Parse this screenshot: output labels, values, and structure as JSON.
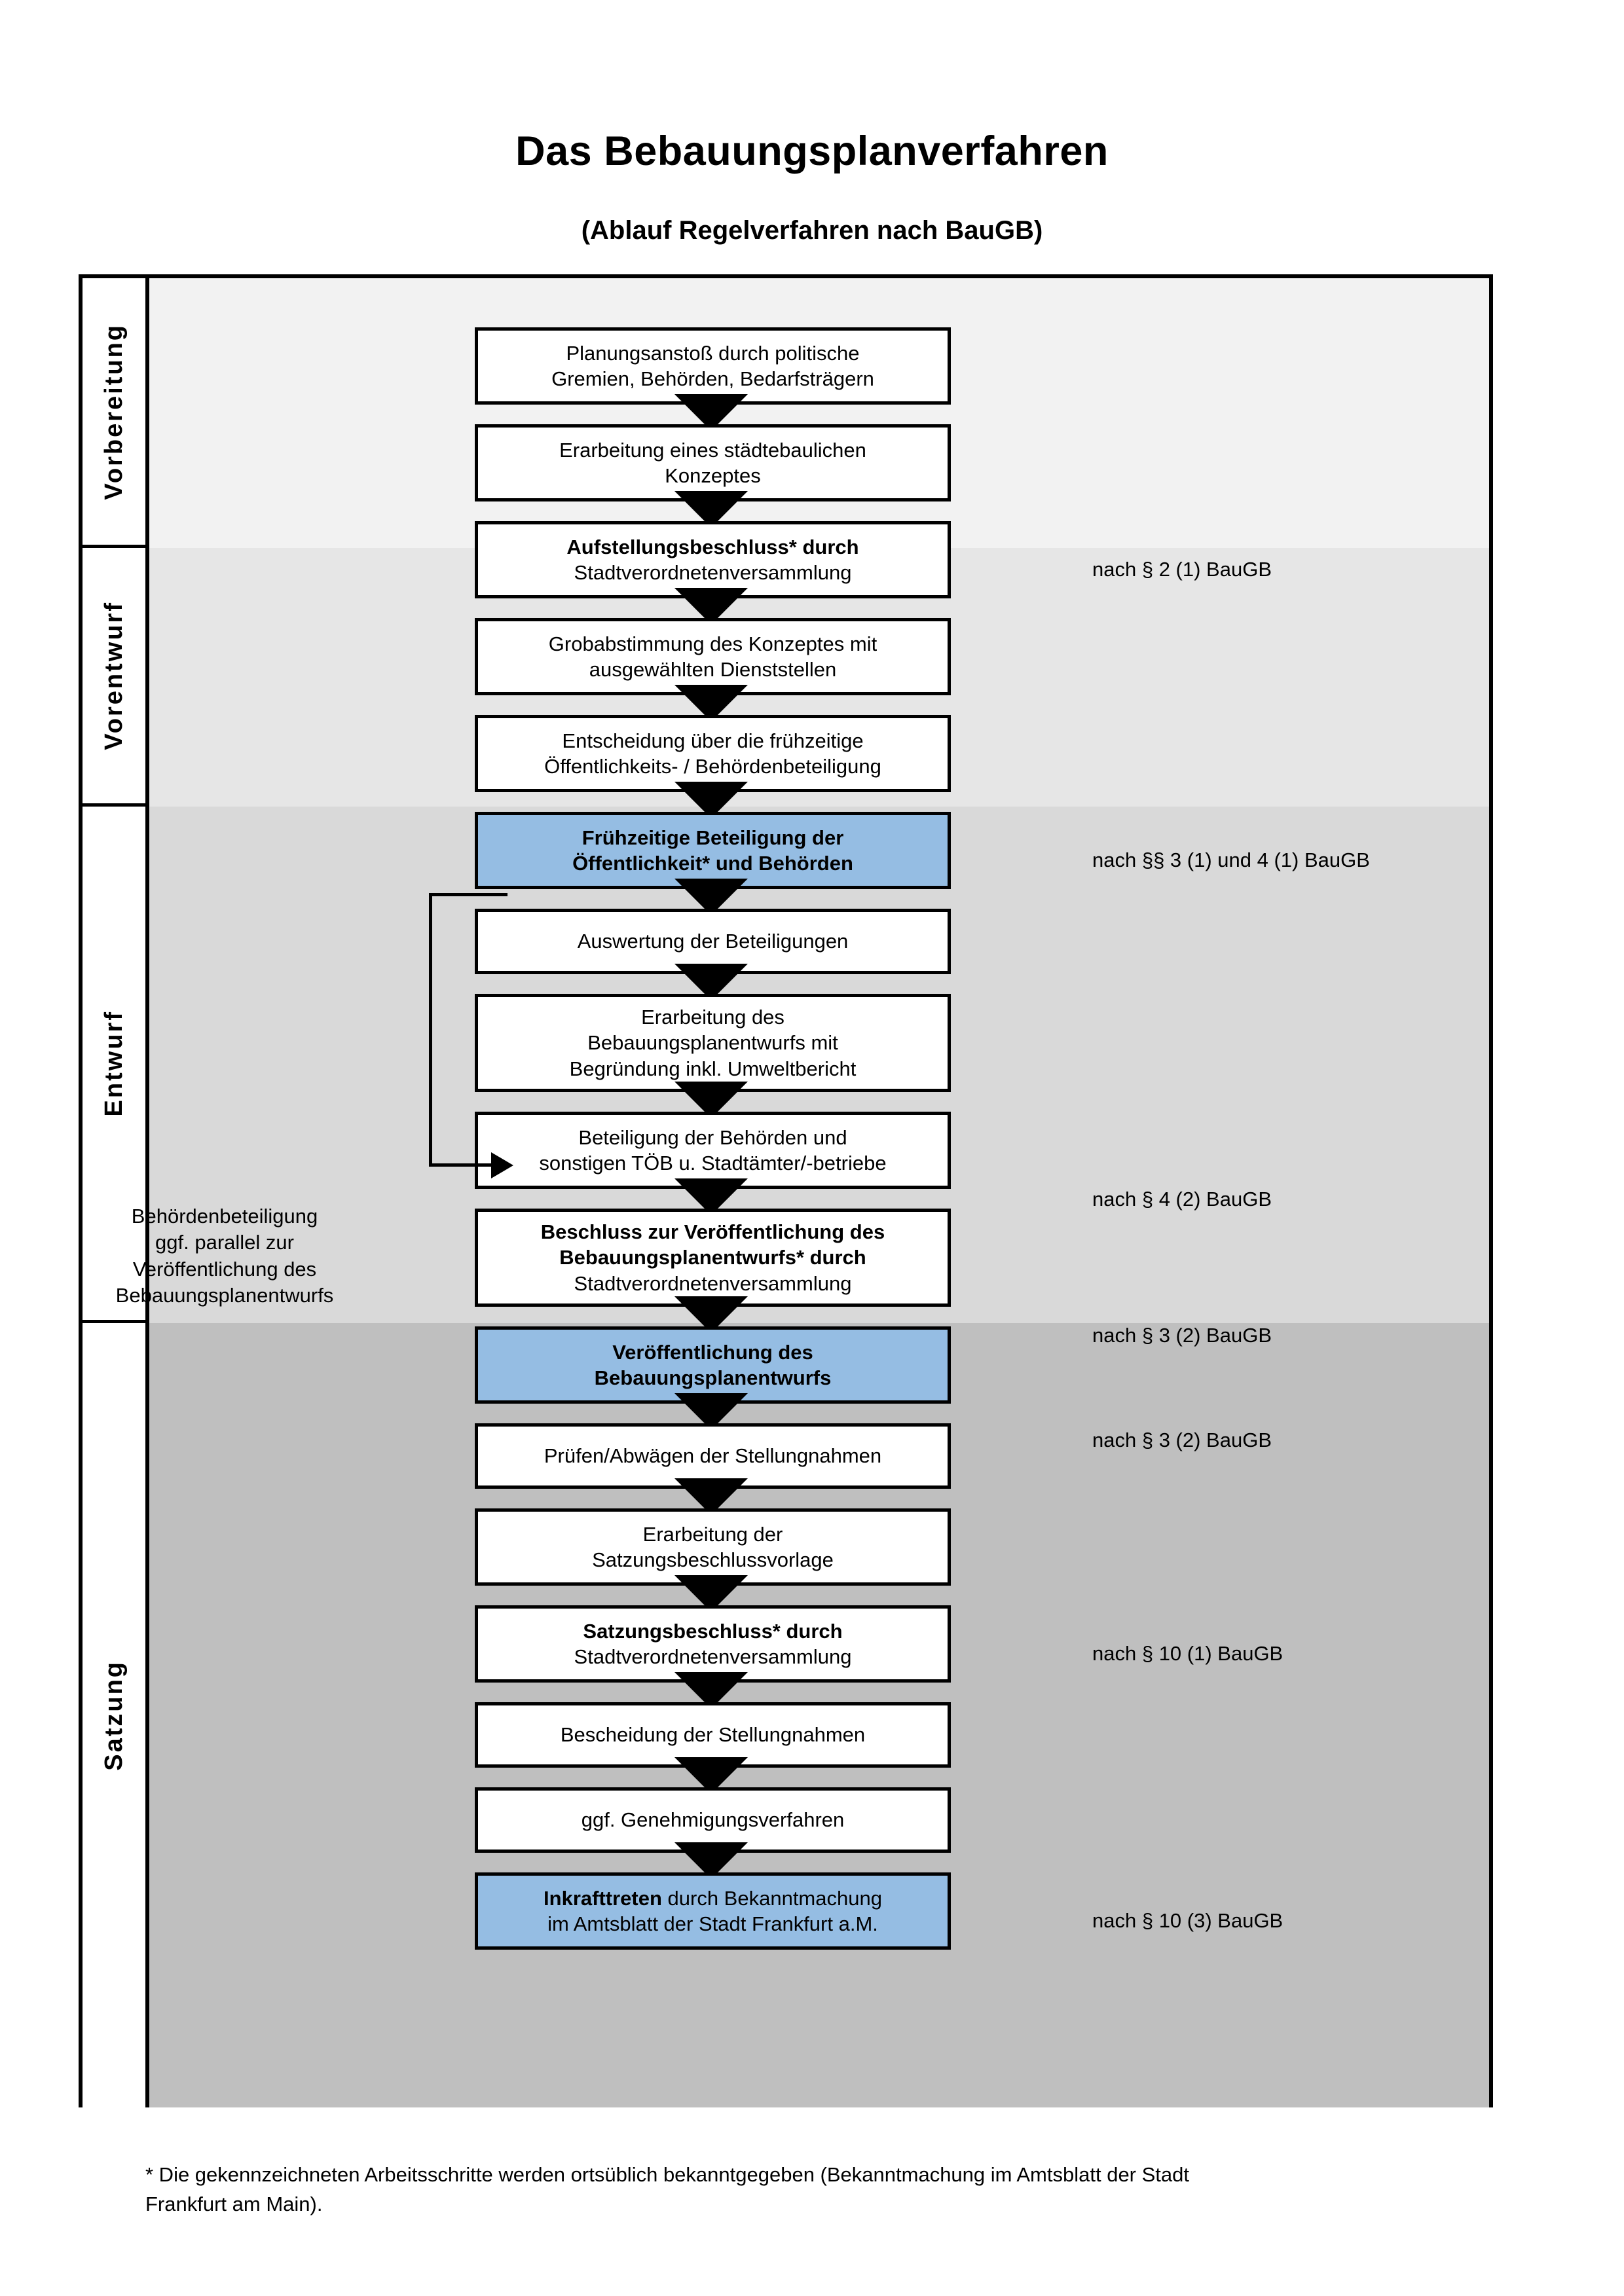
{
  "title": "Das Bebauungsplanverfahren",
  "subtitle": "(Ablauf Regelverfahren nach BauGB)",
  "colors": {
    "band_vorbereitung": "#F2F2F2",
    "band_vorentwurf": "#E6E6E6",
    "band_entwurf": "#D9D9D9",
    "band_satzung": "#BFBFBF",
    "highlight_blue": "#95BDE3",
    "stroke": "#000000"
  },
  "phases": [
    {
      "id": "vorbereitung",
      "label": "Vorbereitung"
    },
    {
      "id": "vorentwurf",
      "label": "Vorentwurf"
    },
    {
      "id": "entwurf",
      "label": "Entwurf"
    },
    {
      "id": "satzung",
      "label": "Satzung"
    }
  ],
  "steps": [
    {
      "id": "planungsanstoss",
      "phase": "vorbereitung",
      "highlight": false,
      "lines": [
        "Planungsanstoß durch politische",
        "Gremien, Behörden, Bedarfsträgern"
      ]
    },
    {
      "id": "staedtebauliches-konzept",
      "phase": "vorbereitung",
      "highlight": false,
      "lines": [
        "Erarbeitung eines städtebaulichen",
        "Konzeptes"
      ]
    },
    {
      "id": "aufstellungsbeschluss",
      "phase": "vorbereitung",
      "highlight": false,
      "lines": [
        "Aufstellungsbeschluss* durch",
        "Stadtverordnetenversammlung"
      ],
      "bold_lines": [
        0
      ]
    },
    {
      "id": "grobabstimmung",
      "phase": "vorentwurf",
      "highlight": false,
      "lines": [
        "Grobabstimmung des Konzeptes mit",
        "ausgewählten Dienststellen"
      ]
    },
    {
      "id": "entscheidung-fruehzeitige-beteiligung",
      "phase": "vorentwurf",
      "highlight": false,
      "lines": [
        "Entscheidung über die frühzeitige",
        "Öffentlichkeits- / Behördenbeteiligung"
      ]
    },
    {
      "id": "fruehzeitige-beteiligung",
      "phase": "vorentwurf",
      "highlight": true,
      "lines": [
        "Frühzeitige Beteiligung der",
        "Öffentlichkeit* und Behörden"
      ],
      "bold_lines": [
        0,
        1
      ]
    },
    {
      "id": "auswertung-beteiligungen",
      "phase": "entwurf",
      "highlight": false,
      "lines": [
        "Auswertung der Beteiligungen"
      ]
    },
    {
      "id": "erarbeitung-bebauungsplanentwurf",
      "phase": "entwurf",
      "highlight": false,
      "lines": [
        "Erarbeitung des",
        "Bebauungsplanentwurfs mit",
        "Begründung inkl. Umweltbericht"
      ]
    },
    {
      "id": "beteiligung-behoerden-toeb",
      "phase": "entwurf",
      "highlight": false,
      "lines": [
        "Beteiligung der Behörden und",
        "sonstigen TÖB u. Stadtämter/-betriebe"
      ]
    },
    {
      "id": "beschluss-veroeffentlichung",
      "phase": "entwurf",
      "highlight": false,
      "lines": [
        "Beschluss zur Veröffentlichung des",
        "Bebauungsplanentwurfs* durch",
        "Stadtverordnetenversammlung"
      ],
      "bold_lines": [
        0,
        1
      ]
    },
    {
      "id": "veroeffentlichung-bebauungsplanentwurf",
      "phase": "entwurf",
      "highlight": true,
      "lines": [
        "Veröffentlichung des",
        "Bebauungsplanentwurfs"
      ],
      "bold_lines": [
        0,
        1
      ]
    },
    {
      "id": "pruefen-abwaegen",
      "phase": "satzung",
      "highlight": false,
      "lines": [
        "Prüfen/Abwägen der Stellungnahmen"
      ]
    },
    {
      "id": "erarbeitung-satzungsbeschlussvorlage",
      "phase": "satzung",
      "highlight": false,
      "lines": [
        "Erarbeitung der",
        "Satzungsbeschlussvorlage"
      ]
    },
    {
      "id": "satzungsbeschluss",
      "phase": "satzung",
      "highlight": false,
      "lines": [
        "Satzungsbeschluss* durch",
        "Stadtverordnetenversammlung"
      ],
      "bold_lines": [
        0
      ]
    },
    {
      "id": "bescheidung-stellungnahmen",
      "phase": "satzung",
      "highlight": false,
      "lines": [
        "Bescheidung der Stellungnahmen"
      ]
    },
    {
      "id": "genehmigungsverfahren",
      "phase": "satzung",
      "highlight": false,
      "lines": [
        "ggf. Genehmigungsverfahren"
      ]
    },
    {
      "id": "inkrafttreten",
      "phase": "satzung",
      "highlight": true,
      "lines": [
        "Inkrafttreten durch Bekanntmachung",
        "im Amtsblatt der Stadt Frankfurt a.M."
      ],
      "bold_lines": []
    }
  ],
  "legal_refs": [
    {
      "id": "ref-par2-1",
      "text": "nach § 2 (1) BauGB",
      "for_step": "aufstellungsbeschluss"
    },
    {
      "id": "ref-par3-1-4-1",
      "text": "nach §§ 3 (1) und 4 (1) BauGB",
      "for_step": "fruehzeitige-beteiligung"
    },
    {
      "id": "ref-par4-2",
      "text": "nach § 4 (2) BauGB",
      "for_step": "beteiligung-behoerden-toeb"
    },
    {
      "id": "ref-par3-2-a",
      "text": "nach § 3 (2) BauGB",
      "for_step": "beschluss-veroeffentlichung"
    },
    {
      "id": "ref-par3-2-b",
      "text": "nach § 3 (2) BauGB",
      "for_step": "veroeffentlichung-bebauungsplanentwurf"
    },
    {
      "id": "ref-par10-1",
      "text": "nach § 10 (1) BauGB",
      "for_step": "satzungsbeschluss"
    },
    {
      "id": "ref-par10-3",
      "text": "nach § 10 (3) BauGB",
      "for_step": "inkrafttreten"
    }
  ],
  "side_note": {
    "id": "behoerdenbeteiligung-note",
    "lines": [
      "Behördenbeteiligung",
      "ggf. parallel zur",
      "Veröffentlichung des",
      "Bebauungsplanentwurfs"
    ]
  },
  "footnote": {
    "lines": [
      "* Die gekennzeichneten Arbeitsschritte werden ortsüblich bekanntgegeben (Bekanntmachung im Amtsblatt  der Stadt",
      "Frankfurt am Main)."
    ]
  }
}
